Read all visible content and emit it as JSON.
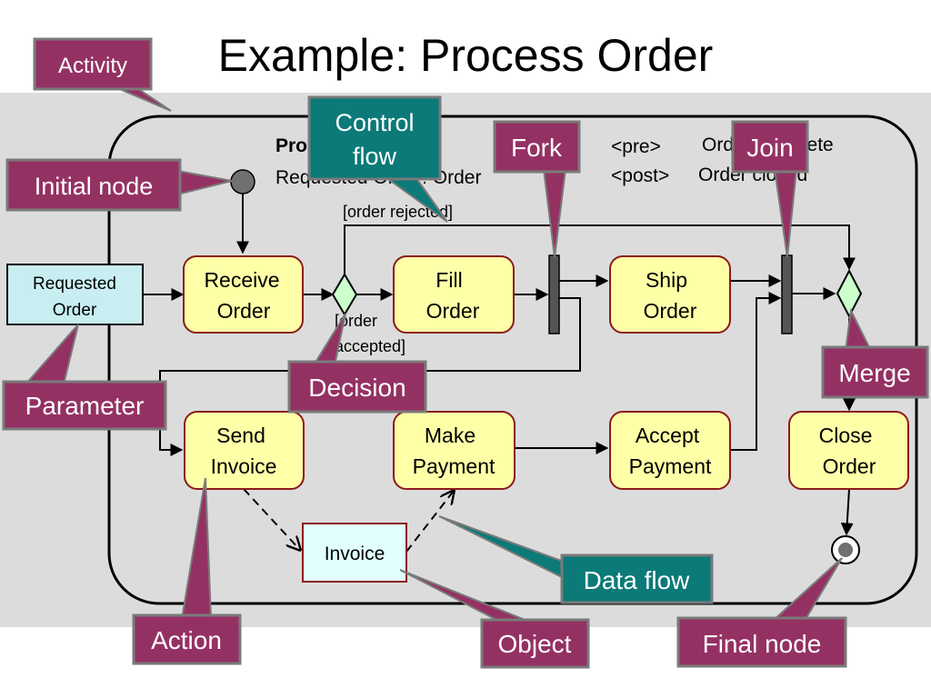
{
  "title": "Example: Process Order",
  "colors": {
    "band": "#dcdcdc",
    "action_fill": "#ffffa8",
    "action_stroke": "#8b1a1a",
    "param_fill": "#c8eef2",
    "object_fill": "#e2ffff",
    "decision_fill": "#ccffcc",
    "callout_maroon": "#943163",
    "callout_teal": "#0b7a78"
  },
  "activity": {
    "name_line1": "Process Order",
    "name_line2": "Requested Order: Order",
    "pre_label": "<pre>",
    "pre_value": "Order complete",
    "post_label": "<post>",
    "post_value": "Order closed"
  },
  "parameter": {
    "line1": "Requested",
    "line2": "Order"
  },
  "actions": {
    "receive_order": {
      "line1": "Receive",
      "line2": "Order"
    },
    "fill_order": {
      "line1": "Fill",
      "line2": "Order"
    },
    "ship_order": {
      "line1": "Ship",
      "line2": "Order"
    },
    "send_invoice": {
      "line1": "Send",
      "line2": "Invoice"
    },
    "make_payment": {
      "line1": "Make",
      "line2": "Payment"
    },
    "accept_payment": {
      "line1": "Accept",
      "line2": "Payment"
    },
    "close_order": {
      "line1": "Close",
      "line2": "Order"
    }
  },
  "object_node": {
    "label": "Invoice"
  },
  "guards": {
    "rejected": "[order rejected]",
    "accepted_line1": "[order",
    "accepted_line2": "accepted]"
  },
  "callouts": {
    "activity": "Activity",
    "initial_node": "Initial node",
    "control_flow_line1": "Control",
    "control_flow_line2": "flow",
    "fork": "Fork",
    "join": "Join",
    "merge": "Merge",
    "decision": "Decision",
    "parameter": "Parameter",
    "data_flow": "Data flow",
    "action": "Action",
    "object": "Object",
    "final_node": "Final node"
  }
}
